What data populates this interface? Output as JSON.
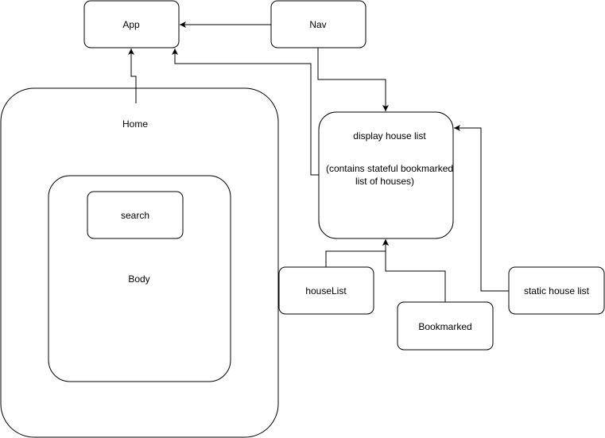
{
  "diagram": {
    "nodes": {
      "app": {
        "label": "App"
      },
      "nav": {
        "label": "Nav"
      },
      "home": {
        "label": "Home"
      },
      "body": {
        "label": "Body"
      },
      "search": {
        "label": "search"
      },
      "display_house_list": {
        "label": "display house list",
        "note_line1": "(contains stateful bookmarked",
        "note_line2": "list of houses)"
      },
      "house_list": {
        "label": "houseList"
      },
      "bookmarked": {
        "label": "Bookmarked"
      },
      "static_house_list": {
        "label": "static house list"
      }
    },
    "edges": [
      {
        "from": "nav",
        "to": "app"
      },
      {
        "from": "home",
        "to": "app"
      },
      {
        "from": "display_house_list",
        "to": "app"
      },
      {
        "from": "nav",
        "to": "display_house_list"
      },
      {
        "from": "house_list",
        "to": "display_house_list"
      },
      {
        "from": "bookmarked",
        "to": "display_house_list"
      },
      {
        "from": "static_house_list",
        "to": "display_house_list"
      }
    ],
    "colors": {
      "stroke": "#000000",
      "fill": "#ffffff",
      "background": "#ffffff"
    }
  }
}
